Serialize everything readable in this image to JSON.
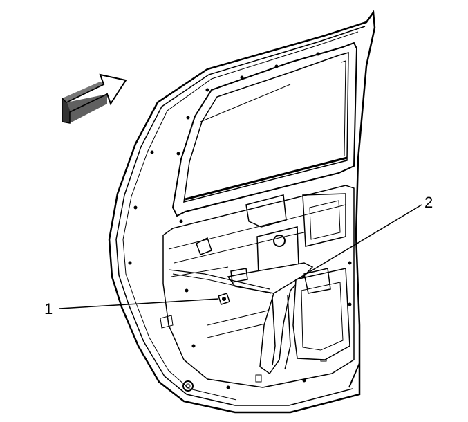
{
  "diagram": {
    "ink_color": "#000000",
    "background_color": "#ffffff",
    "direction_arrow": {
      "icon": "forward-arrow-icon",
      "fill": "#333333"
    },
    "callouts": [
      {
        "label": "1",
        "points_to": "fastener"
      },
      {
        "label": "2",
        "points_to": "window-regulator"
      }
    ]
  }
}
